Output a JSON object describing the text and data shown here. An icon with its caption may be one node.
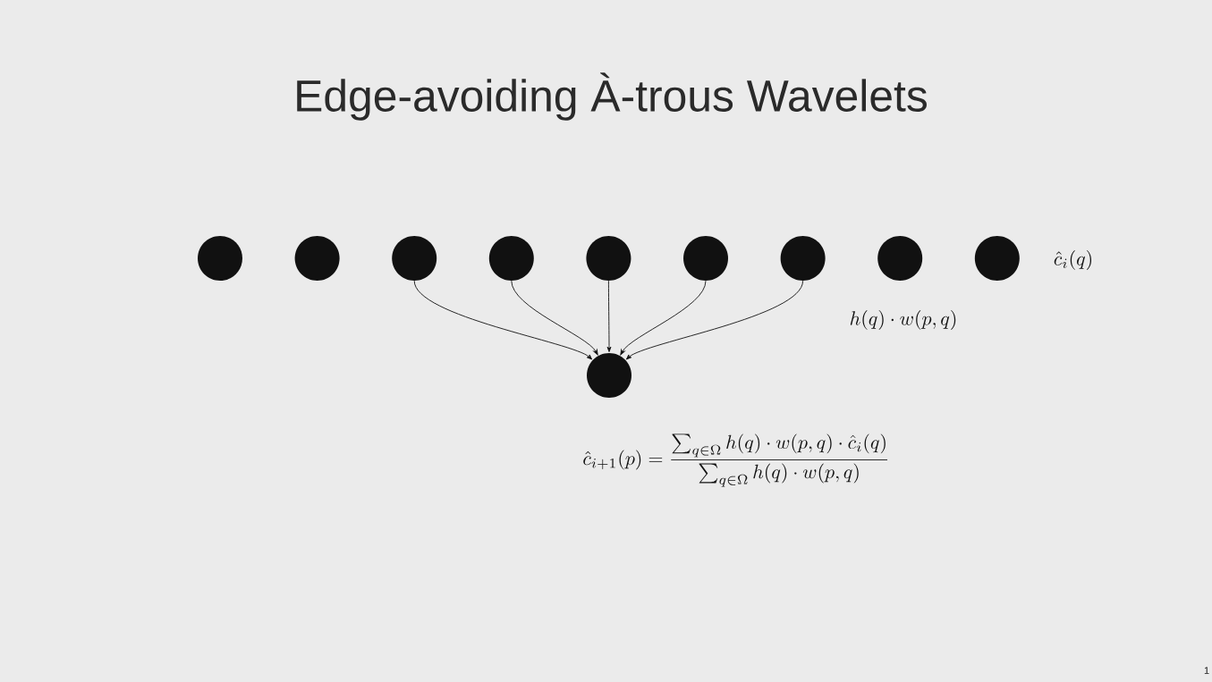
{
  "diagram": {
    "title": "Edge-avoiding À-trous Wavelets",
    "nodes": [
      {
        "text": [],
        "shape": "circle"
      },
      {
        "text": [],
        "shape": "circle"
      },
      {
        "text": [],
        "shape": "circle"
      },
      {
        "text": [],
        "shape": "circle"
      },
      {
        "text": [],
        "shape": "circle"
      },
      {
        "text": [],
        "shape": "circle"
      },
      {
        "text": [],
        "shape": "circle"
      },
      {
        "text": [],
        "shape": "circle"
      },
      {
        "text": [],
        "shape": "circle"
      },
      {
        "text": [],
        "shape": "circle"
      }
    ],
    "edges": [
      {
        "from": 2,
        "to": 9,
        "arrow": "to"
      },
      {
        "from": 3,
        "to": 9,
        "arrow": "to"
      },
      {
        "from": 4,
        "to": 9,
        "arrow": "to"
      },
      {
        "from": 5,
        "to": 9,
        "arrow": "to"
      },
      {
        "from": 6,
        "to": 9,
        "arrow": "to"
      }
    ],
    "labels": [
      "\\hat{c}_i(q)",
      "h(q)\\cdot w(p,q)",
      "\\hat{c}_{i+1}(p) = \\frac{\\sum_{q\\in\\Omega} h(q)\\cdot w(p,q)\\cdot \\hat{c}_i(q)}{\\sum_{q\\in\\Omega} h(q)\\cdot w(p,q)}",
      "1"
    ]
  }
}
